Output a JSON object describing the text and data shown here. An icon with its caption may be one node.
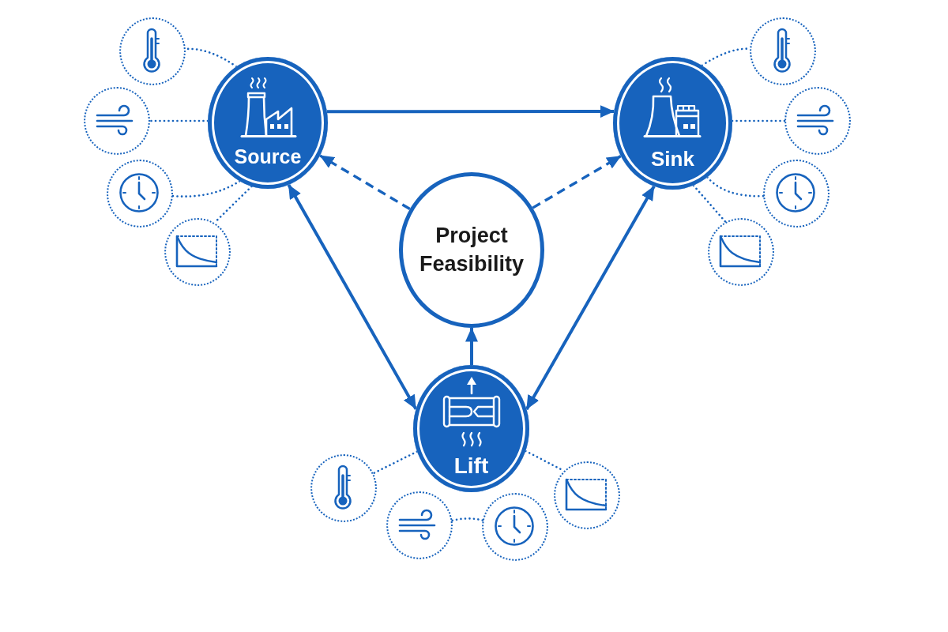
{
  "diagram": {
    "nodes": [
      {
        "text": [
          "Source"
        ]
      },
      {
        "text": [
          "Sink"
        ]
      },
      {
        "text": [
          "Project Feasibility"
        ]
      },
      {
        "text": [
          "Lift"
        ]
      },
      {
        "text": [],
        "shape": "circle"
      },
      {
        "text": [],
        "shape": "circle"
      },
      {
        "text": [],
        "shape": "circle"
      },
      {
        "text": [],
        "shape": "circle"
      },
      {
        "text": [],
        "shape": "circle"
      },
      {
        "text": [],
        "shape": "circle"
      },
      {
        "text": [],
        "shape": "circle"
      },
      {
        "text": [],
        "shape": "circle"
      },
      {
        "text": [],
        "shape": "circle"
      },
      {
        "text": [],
        "shape": "circle"
      },
      {
        "text": [],
        "shape": "circle"
      },
      {
        "text": [],
        "shape": "circle"
      }
    ],
    "edges": [
      {
        "from": 0,
        "to": 1,
        "arrow": "to"
      },
      {
        "from": 2,
        "to": 0,
        "arrow": "to",
        "style": "dashed"
      },
      {
        "from": 2,
        "to": 1,
        "arrow": "to",
        "style": "dashed"
      },
      {
        "from": 0,
        "to": 3,
        "arrow": "both"
      },
      {
        "from": 1,
        "to": 3,
        "arrow": "both"
      },
      {
        "from": 3,
        "to": 2,
        "arrow": "to"
      },
      {
        "from": 0,
        "to": 4,
        "arrow": "none",
        "style": "dashed"
      },
      {
        "from": 0,
        "to": 5,
        "arrow": "none",
        "style": "dashed"
      },
      {
        "from": 0,
        "to": 6,
        "arrow": "none",
        "style": "dashed"
      },
      {
        "from": 0,
        "to": 7,
        "arrow": "none",
        "style": "dashed"
      },
      {
        "from": 1,
        "to": 8,
        "arrow": "none",
        "style": "dashed"
      },
      {
        "from": 1,
        "to": 9,
        "arrow": "none",
        "style": "dashed"
      },
      {
        "from": 1,
        "to": 10,
        "arrow": "none",
        "style": "dashed"
      },
      {
        "from": 1,
        "to": 11,
        "arrow": "none",
        "style": "dashed"
      },
      {
        "from": 3,
        "to": 12,
        "arrow": "none",
        "style": "dashed"
      },
      {
        "from": 13,
        "to": 14,
        "arrow": "none",
        "style": "dashed"
      },
      {
        "from": 3,
        "to": 15,
        "arrow": "none",
        "style": "dashed"
      }
    ]
  }
}
